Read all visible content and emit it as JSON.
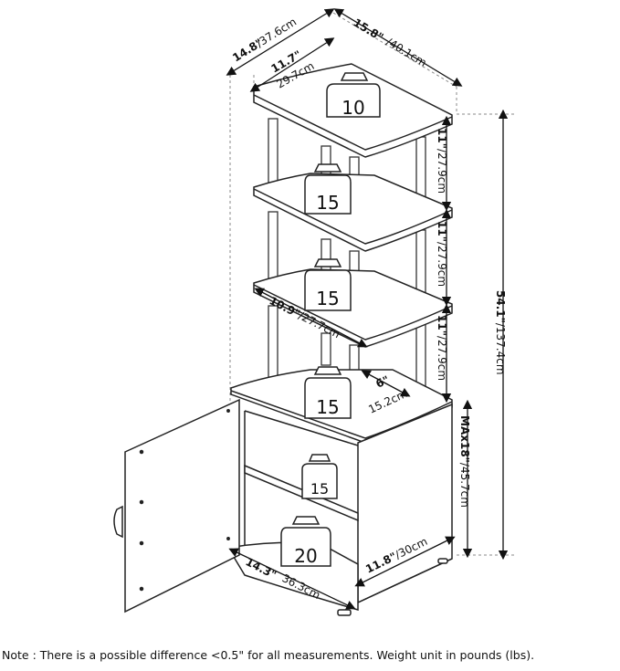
{
  "dimensions": {
    "top_depth": {
      "in": "14.8\"",
      "cm": "/37.6cm"
    },
    "top_width": {
      "in": "15.8\"",
      "cm": "/40.1cm"
    },
    "shelf_width": {
      "in": "11.7\"",
      "cm": "29.7cm"
    },
    "shelf_gap_1": {
      "in": "11\"",
      "cm": "/27.9cm"
    },
    "shelf_gap_2": {
      "in": "11\"",
      "cm": "/27.9cm"
    },
    "shelf_gap_3": {
      "in": "11\"",
      "cm": "/27.9cm"
    },
    "total_height": {
      "in": "54.1\"",
      "cm": "/137.4cm"
    },
    "shelf_depth": {
      "in": "10.9\"",
      "cm": "/27.7cm"
    },
    "post_offset": {
      "in": "6\"",
      "cm": "15.2cm"
    },
    "cabinet_height": {
      "in": "MAx18\"",
      "cm": "/45.7cm"
    },
    "cabinet_depth": {
      "in": "11.8\"",
      "cm": "/30cm"
    },
    "base_width": {
      "in": "14.3\"",
      "cm": "36.3cm"
    }
  },
  "weights": [
    "10",
    "15",
    "15",
    "15",
    "15",
    "20"
  ],
  "note": "Note : There is a possible difference <0.5\" for all measurements. Weight unit in pounds (lbs)."
}
